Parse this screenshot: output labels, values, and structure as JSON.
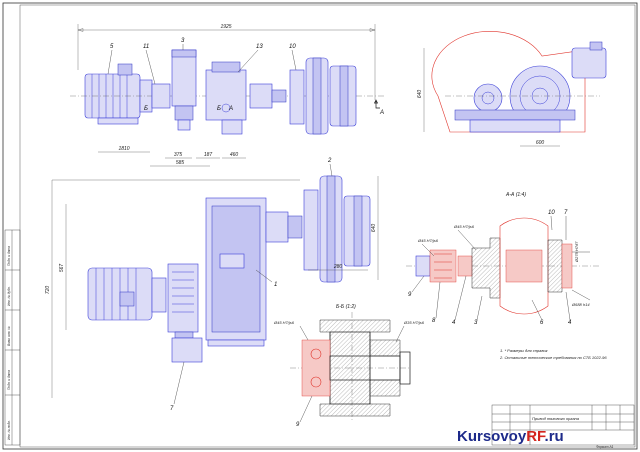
{
  "sheet": {
    "side_strip": [
      "Подп. и дата",
      "Инв. № дубл.",
      "Взам. инв. №",
      "Подп. и дата",
      "Инв. № подл."
    ],
    "title_block": {
      "name": "Привод тягового органа",
      "format": "Формат  А1"
    }
  },
  "views": {
    "top": {
      "overall_dim": "1925",
      "dims": [
        "1810",
        "375",
        "187",
        "460",
        "585"
      ],
      "part_labels": [
        "5",
        "11",
        "3",
        "13",
        "10"
      ],
      "section_marks": [
        "Б",
        "Б",
        "А",
        "А"
      ]
    },
    "side": {
      "height_dim": "640",
      "width_dim": "600"
    },
    "front": {
      "height_dims": [
        "720",
        "567"
      ],
      "right_dims": [
        "640",
        "280"
      ],
      "part_labels": [
        "2",
        "1",
        "7"
      ]
    },
    "section_aa": {
      "title": "А-А (1:4)",
      "fits": [
        "Ø45 H7/js6",
        "Ø45 H7/js6"
      ],
      "right_dims": [
        "Ø275 H7/f7",
        "Ø688 h14"
      ],
      "part_labels": [
        "10",
        "7",
        "9",
        "8",
        "4",
        "3",
        "6",
        "4"
      ]
    },
    "section_bb": {
      "title": "Б-Б (1:2)",
      "fits": [
        "Ø45 H7/js6",
        "Ø35 H7/js6"
      ],
      "part_labels": [
        "9"
      ]
    }
  },
  "notes": [
    "1. * Размеры для справок",
    "2. Остальные технические требования по СТБ 1022-96"
  ],
  "watermark": {
    "part1": "Kursovoy",
    "part2": "RF",
    "part3": ".ru"
  }
}
